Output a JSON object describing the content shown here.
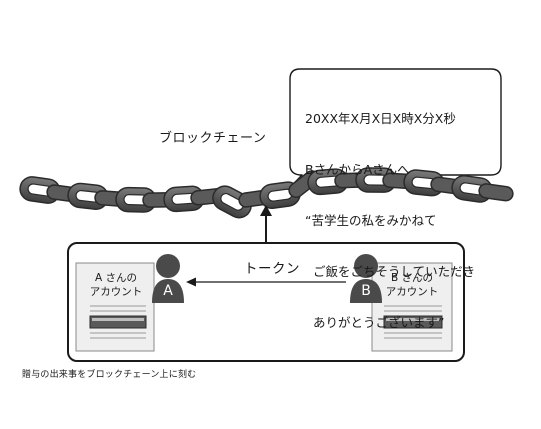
{
  "blockchain_label": "ブロックチェーン",
  "bubble": {
    "lines": [
      "20XX年X月X日X時X分X秒",
      "BさんからAさんへ",
      "“苦学生の私をみかねて",
      "  ご飯をごちそうしていただき",
      "  ありがとうございます”"
    ]
  },
  "token_label": "トークン",
  "account_a": {
    "label_line1": "A さんの",
    "label_line2": "アカウント",
    "person_letter": "A"
  },
  "account_b": {
    "label_line1": "B さんの",
    "label_line2": "アカウント",
    "person_letter": "B"
  },
  "caption": "贈与の出来事をブロックチェーン上に刻む",
  "colors": {
    "chain_fill": "#5a5a5a",
    "chain_stroke": "#2b2b2b",
    "person": "#4a4a4a",
    "panel_border": "#1a1a1a"
  }
}
